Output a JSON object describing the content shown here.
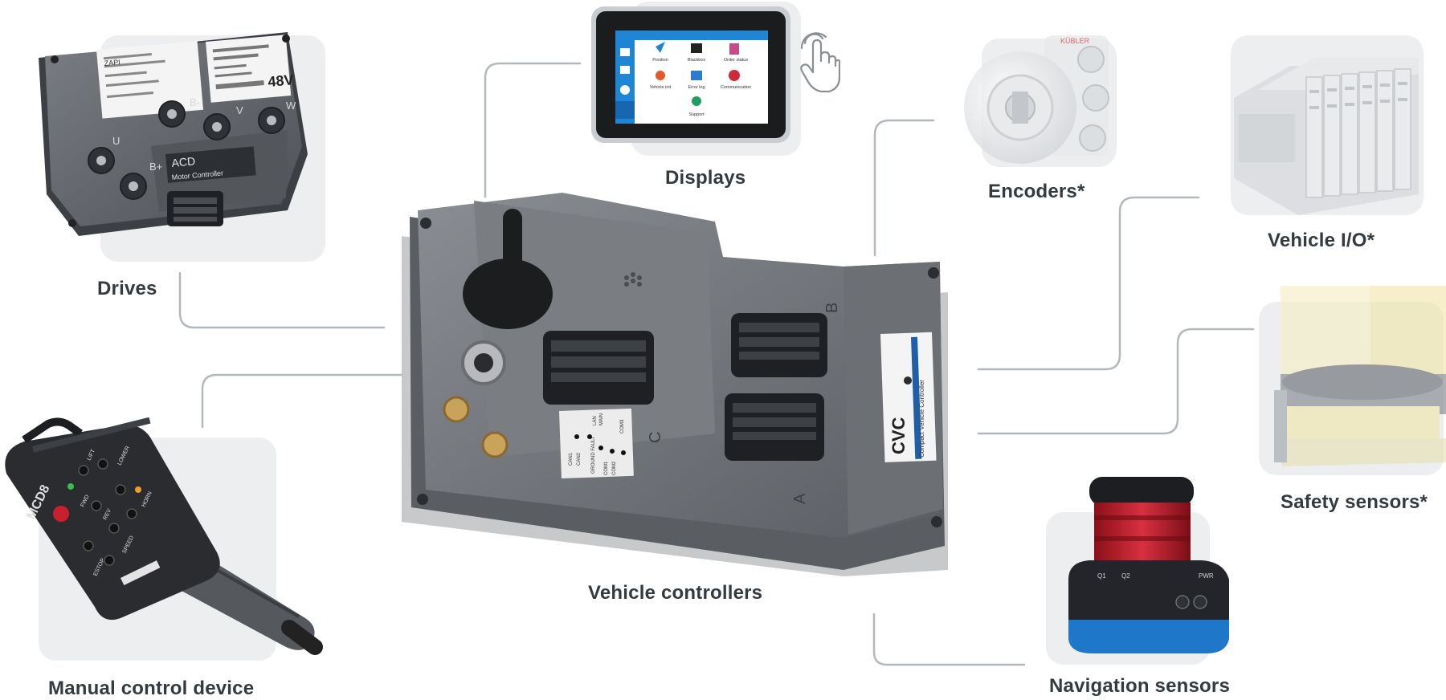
{
  "diagram": {
    "labels": {
      "drives": "Drives",
      "displays": "Displays",
      "encoders": "Encoders*",
      "vehicle_io": "Vehicle I/O*",
      "safety_sensors": "Safety sensors*",
      "vehicle_controllers": "Vehicle controllers",
      "navigation_sensors": "Navigation sensors",
      "manual_control_device": "Manual control device"
    },
    "colors": {
      "card_bg": "#eceef0",
      "connector": "#b3b8bd",
      "label_text": "#333a40",
      "controller_body": "#6f7378",
      "display_accent": "#1f86d6",
      "nav_sensor_red": "#c4202c",
      "nav_sensor_blue": "#1e77c9",
      "safety_sensor_yellow": "#f2e6a6"
    },
    "drive": {
      "brand": "ZAPI",
      "voltage": "48V",
      "model": "ACD",
      "subtitle": "Motor Controller",
      "terminals": [
        "U",
        "V",
        "W",
        "B+",
        "B-"
      ]
    },
    "display": {
      "menu_items": [
        "Position",
        "Blackbox",
        "Order status",
        "Vehicle init",
        "Error log",
        "Communication",
        "Support"
      ]
    },
    "encoder": {
      "brand": "KÜBLER"
    },
    "controller": {
      "model": "CVC",
      "model_name": "Compact Vehicle Controller",
      "connectors": [
        "A",
        "B",
        "C"
      ],
      "pin_labels": [
        "LAN",
        "MAIN",
        "CAN1",
        "CAN2",
        "GROUND FAULT",
        "COM1",
        "COM2",
        "COM3"
      ]
    },
    "manual_device": {
      "model": "MCD8",
      "controls": [
        "ESTOP",
        "SPEED",
        "LIFT",
        "LOWER",
        "FWD",
        "REV",
        "HORN"
      ]
    },
    "nav_sensor": {
      "indicators": [
        "Q1",
        "Q2",
        "PWR"
      ]
    }
  }
}
